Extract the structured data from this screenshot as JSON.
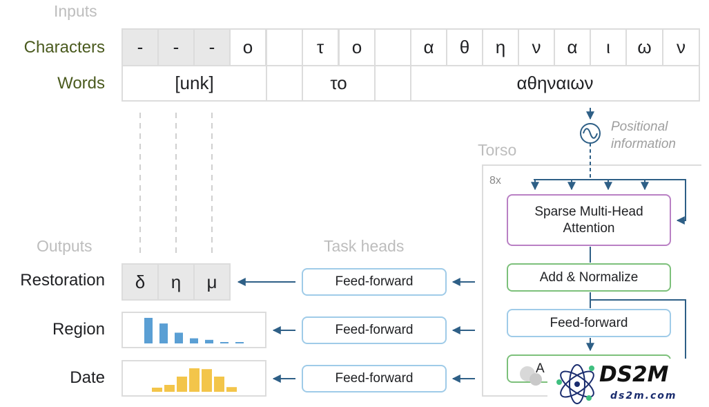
{
  "inputs": {
    "section_label": "Inputs",
    "characters_label": "Characters",
    "words_label": "Words",
    "characters": [
      "-",
      "-",
      "-",
      "ο",
      "",
      "τ",
      "ο",
      "",
      "α",
      "θ",
      "η",
      "ν",
      "α",
      "ι",
      "ω",
      "ν"
    ],
    "words": [
      "[unk]",
      "",
      "το",
      "",
      "αθηναιων"
    ]
  },
  "positional": {
    "line1": "Positional",
    "line2": "information"
  },
  "torso": {
    "label": "Torso",
    "repeat": "8x",
    "attention": "Sparse Multi-Head Attention",
    "add_norm": "Add & Normalize",
    "feed_forward": "Feed-forward",
    "partial_box": "A"
  },
  "outputs": {
    "section_label": "Outputs",
    "restoration_label": "Restoration",
    "region_label": "Region",
    "date_label": "Date",
    "restoration": [
      "δ",
      "η",
      "μ"
    ]
  },
  "task_heads": {
    "label": "Task heads",
    "heads": [
      "Feed-forward",
      "Feed-forward",
      "Feed-forward"
    ]
  },
  "chart_data": [
    {
      "type": "bar",
      "name": "region-distribution",
      "color": "#5a9fd4",
      "values": [
        1.0,
        0.78,
        0.42,
        0.2,
        0.14,
        0.05,
        0.05
      ]
    },
    {
      "type": "bar",
      "name": "date-distribution",
      "color": "#f3c54a",
      "values": [
        0.15,
        0.25,
        0.55,
        0.85,
        0.82,
        0.55,
        0.17
      ]
    }
  ],
  "colors": {
    "arrow": "#2e5f86",
    "blue_border": "#9fcbe8",
    "green_border": "#7cc07a",
    "purple_border": "#b980c4"
  },
  "watermark": {
    "brand": "DS2M",
    "url": "ds2m.com"
  }
}
